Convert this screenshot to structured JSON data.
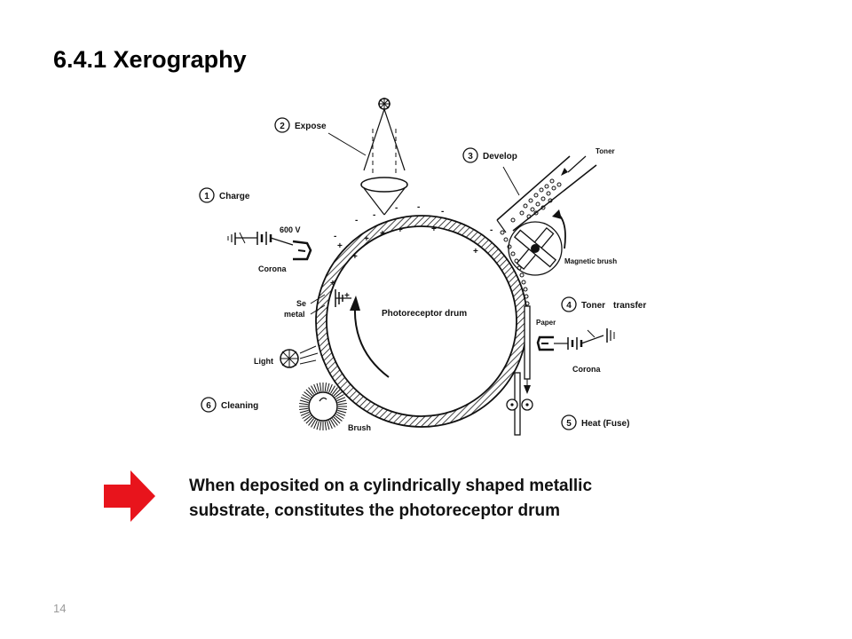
{
  "slide": {
    "title": "6.4.1 Xerography",
    "page_number": "14"
  },
  "diagram": {
    "steps": [
      {
        "num": "1",
        "label": "Charge"
      },
      {
        "num": "2",
        "label": "Expose"
      },
      {
        "num": "3",
        "label": "Develop"
      },
      {
        "num": "4",
        "label": "Toner"
      },
      {
        "num": "5",
        "label": "Heat (Fuse)"
      },
      {
        "num": "6",
        "label": "Cleaning"
      }
    ],
    "labels": {
      "toner_transfer": "transfer",
      "toner_top": "Toner",
      "voltage": "600 V",
      "corona_left": "Corona",
      "corona_right": "Corona",
      "se": "Se",
      "metal": "metal",
      "drum": "Photoreceptor drum",
      "light": "Light",
      "brush": "Brush",
      "magnetic_brush": "Magnetic brush",
      "paper": "Paper"
    }
  },
  "caption": {
    "line1": "When deposited on a cylindrically shaped metallic",
    "line2": "substrate, constitutes the photoreceptor drum"
  },
  "colors": {
    "arrow": "#e8141c"
  }
}
